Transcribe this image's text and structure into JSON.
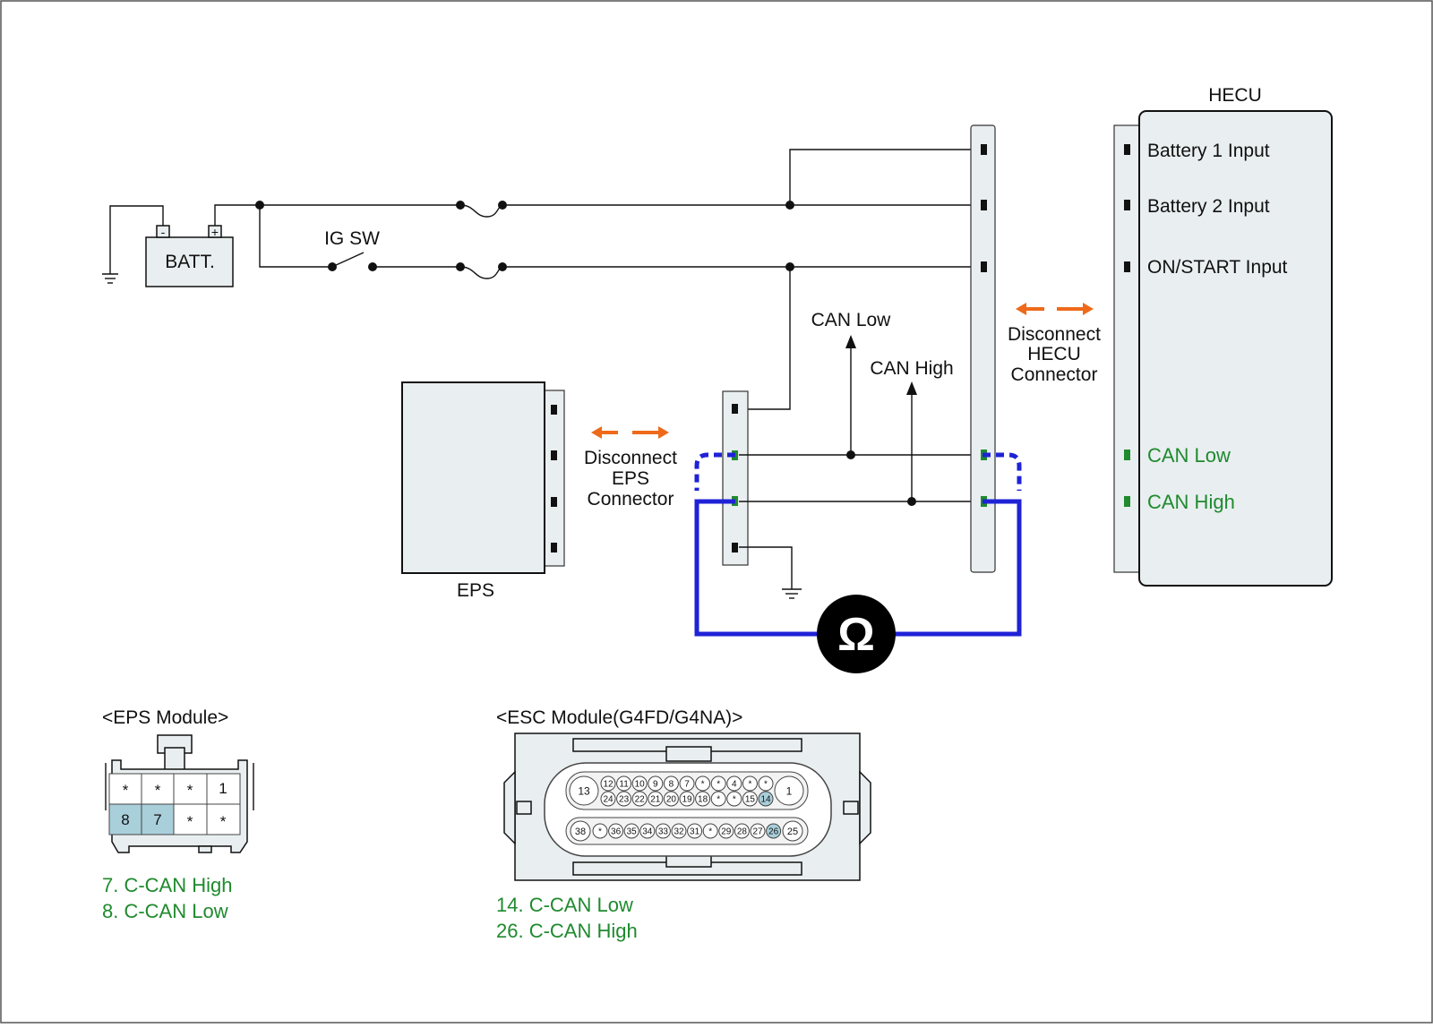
{
  "colors": {
    "wire": "#111111",
    "probe_wire": "#1f22d6",
    "disconnect_arrow": "#ee6a1a",
    "can_label": "#1f8a2e",
    "box_fill": "#e9eef0",
    "pin_highlight": "#a9cfdb"
  },
  "battery": {
    "label": "BATT.",
    "neg": "-",
    "pos": "+"
  },
  "switch": {
    "label": "IG SW"
  },
  "eps": {
    "label": "EPS",
    "disconnect": [
      "Disconnect",
      "EPS",
      "Connector"
    ]
  },
  "hecu": {
    "title": "HECU",
    "disconnect": [
      "Disconnect",
      "HECU",
      "Connector"
    ],
    "inputs": [
      "Battery 1 Input",
      "Battery 2 Input",
      "ON/START Input"
    ],
    "can_low": "CAN Low",
    "can_high": "CAN High"
  },
  "can_arrows": {
    "low": "CAN Low",
    "high": "CAN High"
  },
  "meter": {
    "symbol": "Ω",
    "icon": "ohmmeter-icon"
  },
  "eps_module": {
    "title": "<EPS Module>",
    "top_row": [
      "*",
      "*",
      "*",
      "1"
    ],
    "bottom_row": [
      "8",
      "7",
      "*",
      "*"
    ],
    "notes": [
      "7. C-CAN High",
      "8. C-CAN Low"
    ]
  },
  "esc_module": {
    "title": "<ESC Module(G4FD/G4NA)>",
    "left_big": "13",
    "right_big": "1",
    "row1": [
      "12",
      "11",
      "10",
      "9",
      "8",
      "7",
      "*",
      "*",
      "4",
      "*",
      "*"
    ],
    "row2": [
      "24",
      "23",
      "22",
      "21",
      "20",
      "19",
      "18",
      "*",
      "*",
      "15",
      "14"
    ],
    "row3_left": "38",
    "row3": [
      "*",
      "36",
      "35",
      "34",
      "33",
      "32",
      "31",
      "*",
      "29",
      "28",
      "27",
      "26"
    ],
    "row3_right": "25",
    "notes": [
      "14. C-CAN Low",
      "26. C-CAN High"
    ]
  }
}
